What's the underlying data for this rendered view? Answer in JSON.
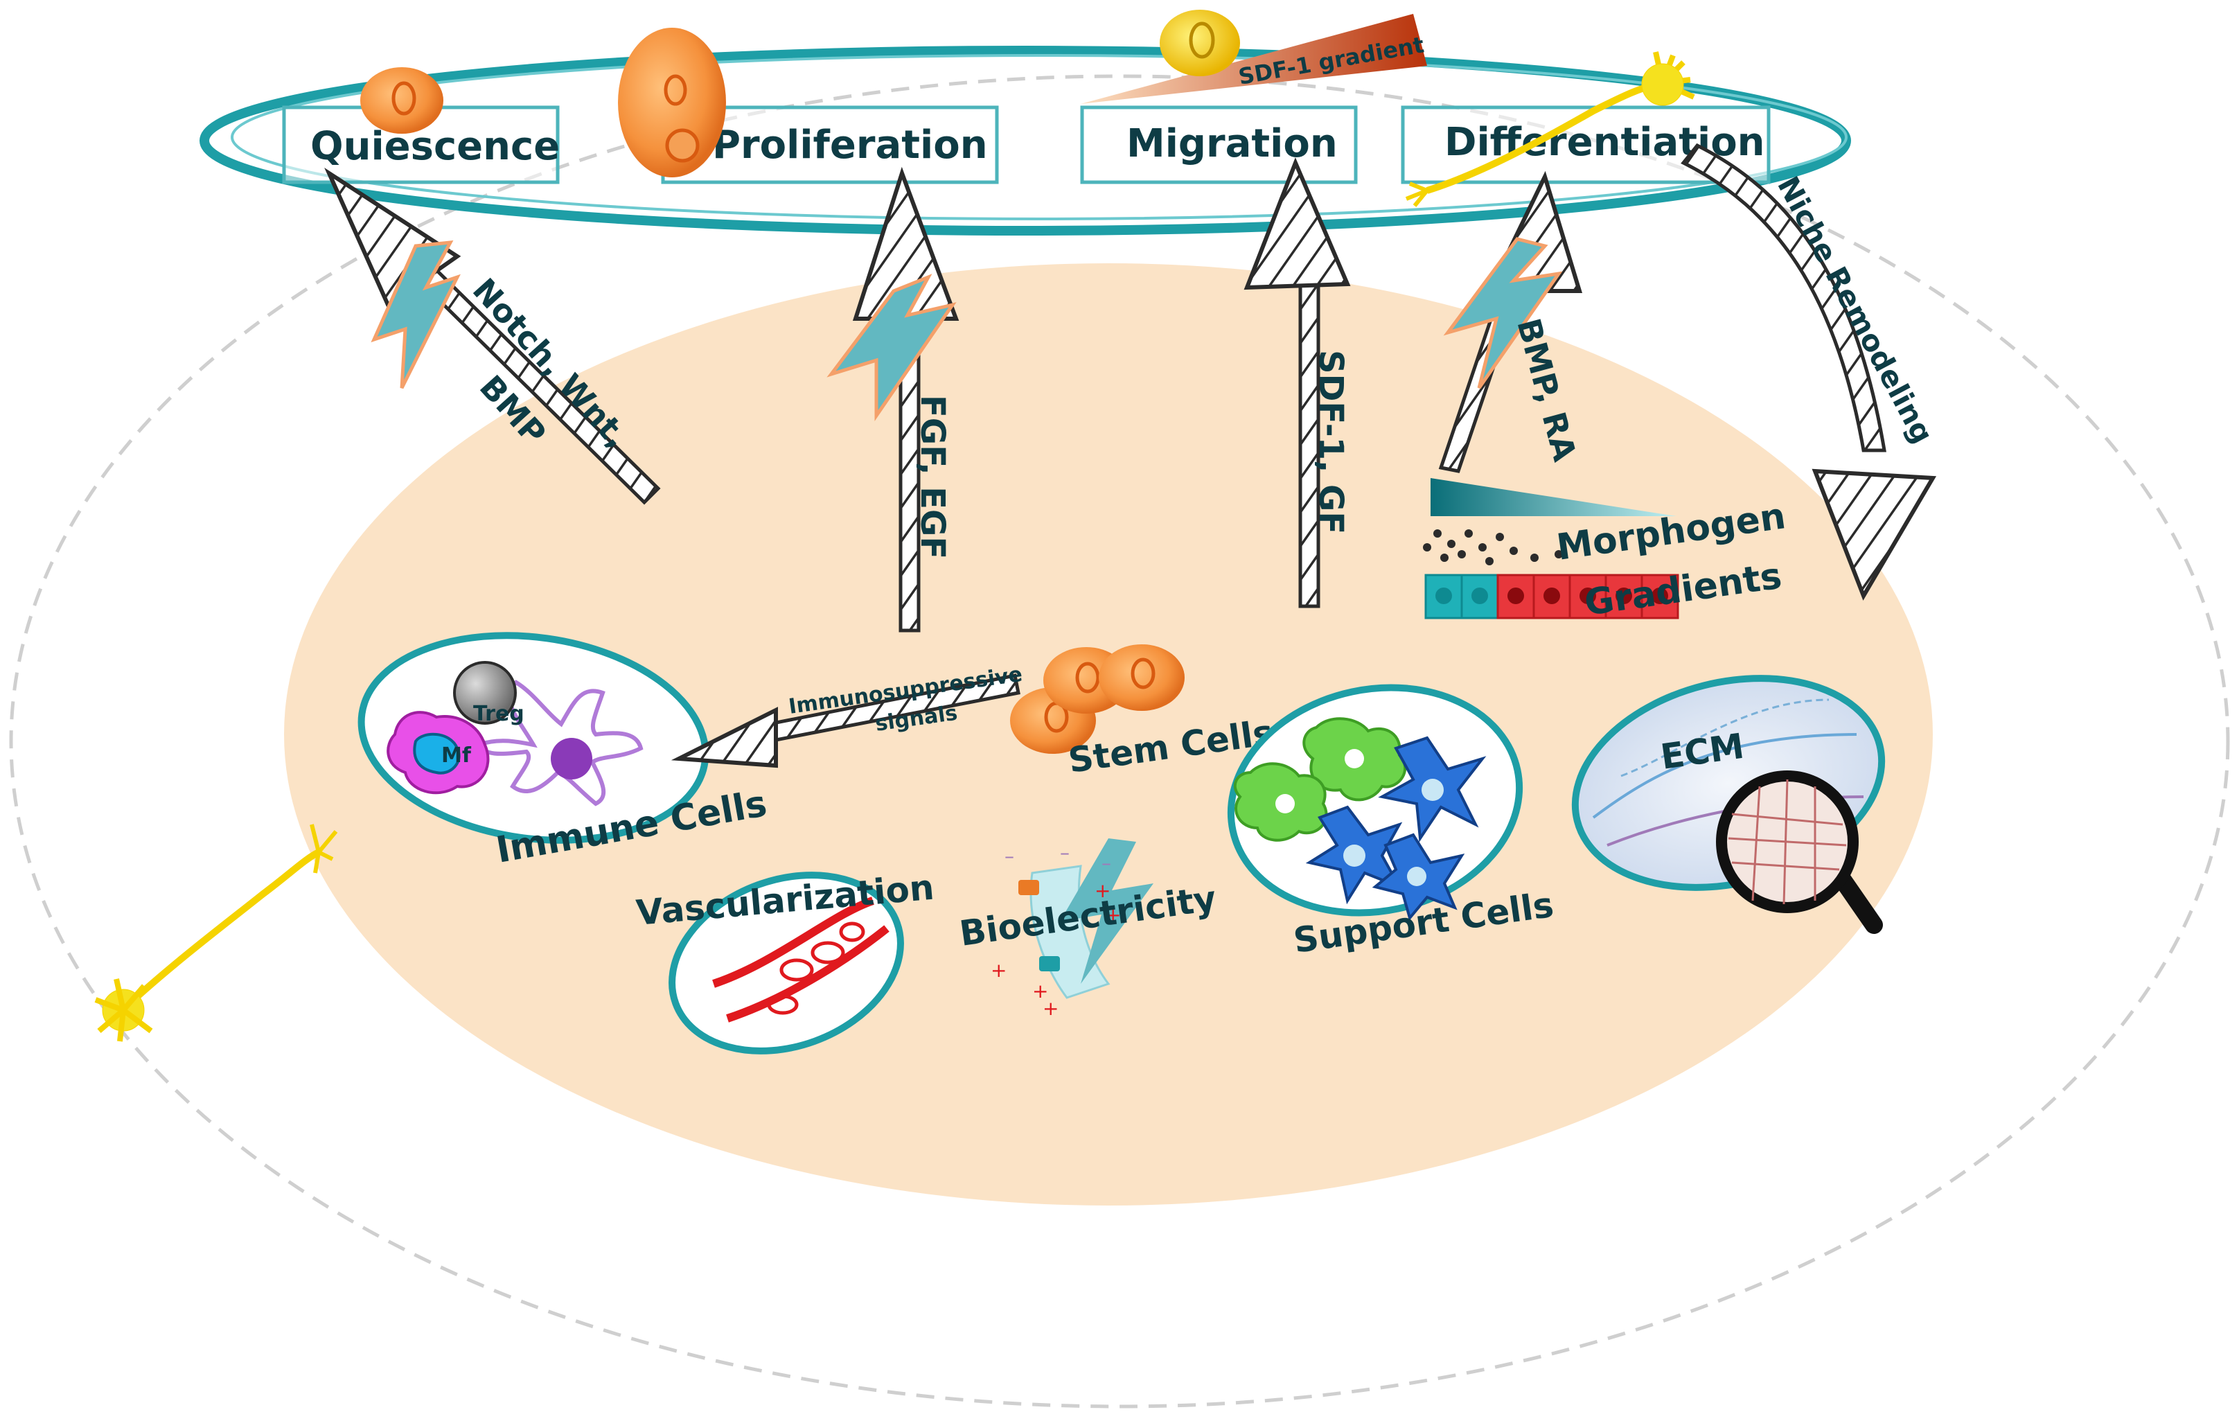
{
  "stages": {
    "quiescence": "Quiescence",
    "proliferation": "Proliferation",
    "migration": "Migration",
    "differentiation": "Differentiation"
  },
  "gradient_label": "SDF-1 gradient",
  "signals": {
    "notch": "Notch, Wnt,",
    "bmp": "BMP",
    "fgf": "FGF, EGF",
    "sdf": "SDF-1, GF",
    "bmp_ra": "BMP, RA",
    "niche_remodeling": "Niche Remodeling"
  },
  "morphogen": {
    "line1": "Morphogen",
    "line2": "Gradients"
  },
  "components": {
    "immune_cells": "Immune Cells",
    "treg": "Treg",
    "mf": "Mf",
    "immunosuppressive_1": "Immunosuppressive",
    "immunosuppressive_2": "signals",
    "stem_cells": "Stem Cells",
    "support_cells": "Support  Cells",
    "ecm": "ECM",
    "vascularization": "Vascularization",
    "bioelectricity": "Bioelectricity"
  },
  "colors": {
    "teal": "#1e9ea6",
    "dark_text": "#0e3c45",
    "niche_fill": "#fbe3c6",
    "stem_orange": "#f5913c",
    "neuron_yellow": "#f5e11e",
    "vessel_red": "#e0191e",
    "support_green": "#6cd34a",
    "support_blue": "#2a72d8",
    "immune_magenta": "#e850e8",
    "immune_purple": "#b07ad8"
  }
}
